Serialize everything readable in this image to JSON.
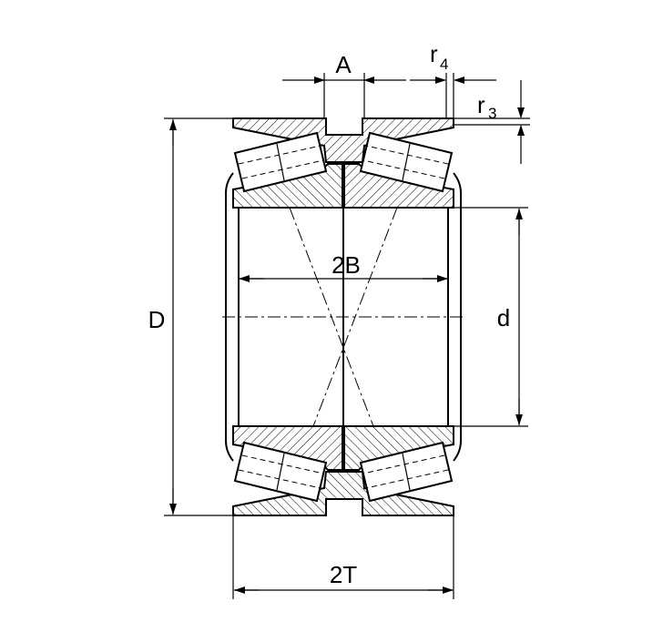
{
  "labels": {
    "A": "A",
    "r4_base": "r",
    "r4_sub": "4",
    "r3_base": "r",
    "r3_sub": "3",
    "D": "D",
    "d": "d",
    "B2": "2B",
    "T2": "2T"
  }
}
